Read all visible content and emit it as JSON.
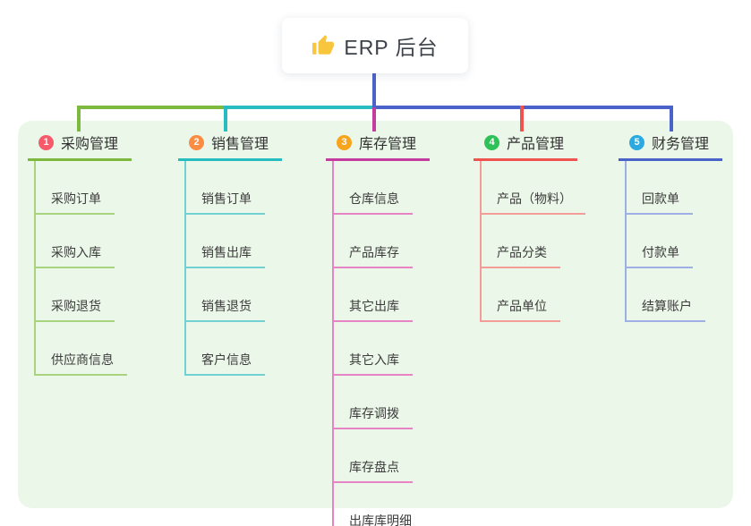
{
  "root": {
    "title": "ERP 后台",
    "icon": "thumbs-up",
    "icon_color": "#F8C63C",
    "connector_color": "#4A63C9"
  },
  "panel": {
    "background": "#EBF7E8"
  },
  "branches": [
    {
      "number": "1",
      "title": "采购管理",
      "badge_color": "#F75A6B",
      "line_color": "#7CB93E",
      "line_lite": "#A9D47D",
      "children": [
        "采购订单",
        "采购入库",
        "采购退货",
        "供应商信息"
      ]
    },
    {
      "number": "2",
      "title": "销售管理",
      "badge_color": "#FB8C44",
      "line_color": "#27BDC0",
      "line_lite": "#72D1D3",
      "children": [
        "销售订单",
        "销售出库",
        "销售退货",
        "客户信息"
      ]
    },
    {
      "number": "3",
      "title": "库存管理",
      "badge_color": "#F8A41D",
      "line_color": "#C33C9E",
      "line_lite": "#E583C4",
      "children": [
        "仓库信息",
        "产品库存",
        "其它出库",
        "其它入库",
        "库存调拨",
        "库存盘点",
        "出库库明细"
      ]
    },
    {
      "number": "4",
      "title": "产品管理",
      "badge_color": "#2EC158",
      "line_color": "#EE5350",
      "line_lite": "#F49C98",
      "children": [
        "产品（物料）",
        "产品分类",
        "产品单位"
      ]
    },
    {
      "number": "5",
      "title": "财务管理",
      "badge_color": "#2BA9E0",
      "line_color": "#4A63C9",
      "line_lite": "#9EB0E3",
      "children": [
        "回款单",
        "付款单",
        "结算账户"
      ]
    }
  ]
}
